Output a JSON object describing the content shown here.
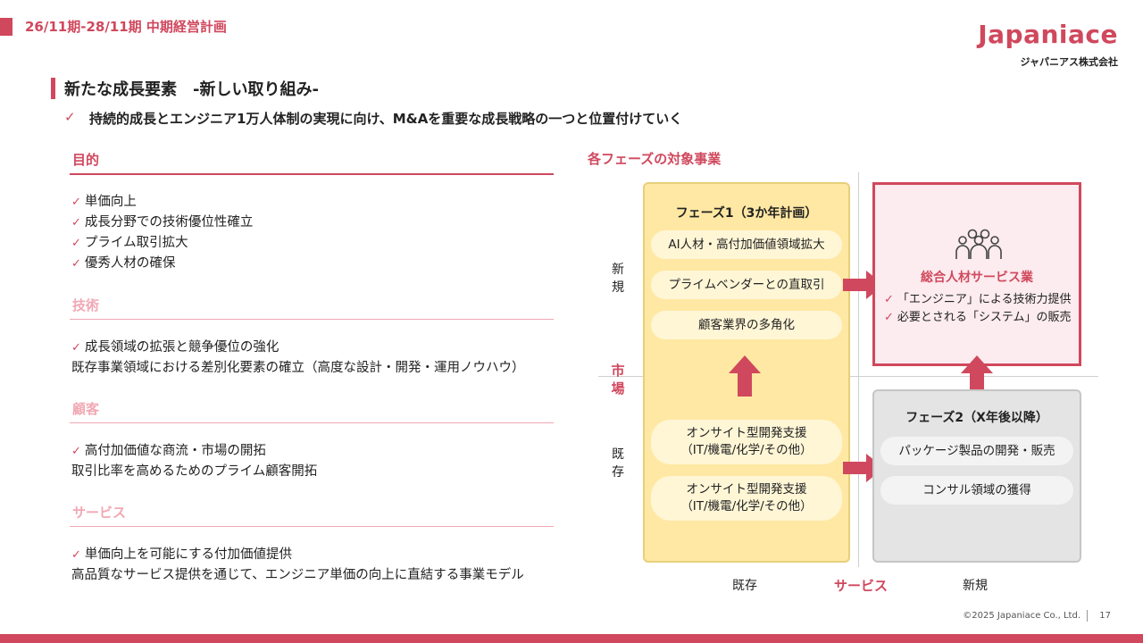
{
  "header": {
    "title": "26/11期-28/11期 中期経営計画",
    "logo": "Japaniace",
    "company": "ジャパニアス株式会社"
  },
  "section": {
    "title": "新たな成長要素　-新しい取り組み-",
    "lead": "持続的成長とエンジニア1万人体制の実現に向け、M&Aを重要な成長戦略の一つと位置付けていく"
  },
  "left": {
    "purpose": {
      "label": "目的",
      "items": [
        "単価向上",
        "成長分野での技術優位性確立",
        "プライム取引拡大",
        "優秀人材の確保"
      ]
    },
    "tech": {
      "label": "技術",
      "item": "成長領域の拡張と競争優位の強化",
      "text": "既存事業領域における差別化要素の確立（高度な設計・開発・運用ノウハウ）"
    },
    "customer": {
      "label": "顧客",
      "item": "高付加価値な商流・市場の開拓",
      "text": "取引比率を高めるためのプライム顧客開拓"
    },
    "service": {
      "label": "サービス",
      "item": "単価向上を可能にする付加価値提供",
      "text": "高品質なサービス提供を通じて、エンジニア単価の向上に直結する事業モデル"
    }
  },
  "diagram": {
    "title": "各フェーズの対象事業",
    "axis_market": {
      "new": [
        "新",
        "規"
      ],
      "label": [
        "市",
        "場"
      ],
      "existing": [
        "既",
        "存"
      ]
    },
    "axis_service": {
      "existing": "既存",
      "label": "サービス",
      "new": "新規"
    },
    "phase1": {
      "title": "フェーズ1（3か年計画）",
      "items": [
        "AI人材・高付加価値領域拡大",
        "プライムベンダーとの直取引",
        "顧客業界の多角化"
      ],
      "existing_items": [
        [
          "オンサイト型開発支援",
          "（IT/機電/化学/その他）"
        ],
        [
          "オンサイト型開発支援",
          "（IT/機電/化学/その他）"
        ]
      ]
    },
    "phase2": {
      "title": "フェーズ2（X年後以降）",
      "items": [
        "パッケージ製品の開発・販売",
        "コンサル領域の獲得"
      ]
    },
    "general_service": {
      "title": "総合人材サービス業",
      "items": [
        "「エンジニア」による技術力提供",
        "必要とされる「システム」の販売"
      ]
    }
  },
  "footer": {
    "copyright": "©2025 Japaniace Co., Ltd.",
    "page": "17"
  },
  "colors": {
    "accent": "#d0485d",
    "accent_light": "#f1a8b4",
    "phase1_bg": "#ffe8a3",
    "phase2_bg": "#e4e4e4"
  },
  "icons": {
    "check": "check-icon",
    "people": "people-group-icon"
  }
}
